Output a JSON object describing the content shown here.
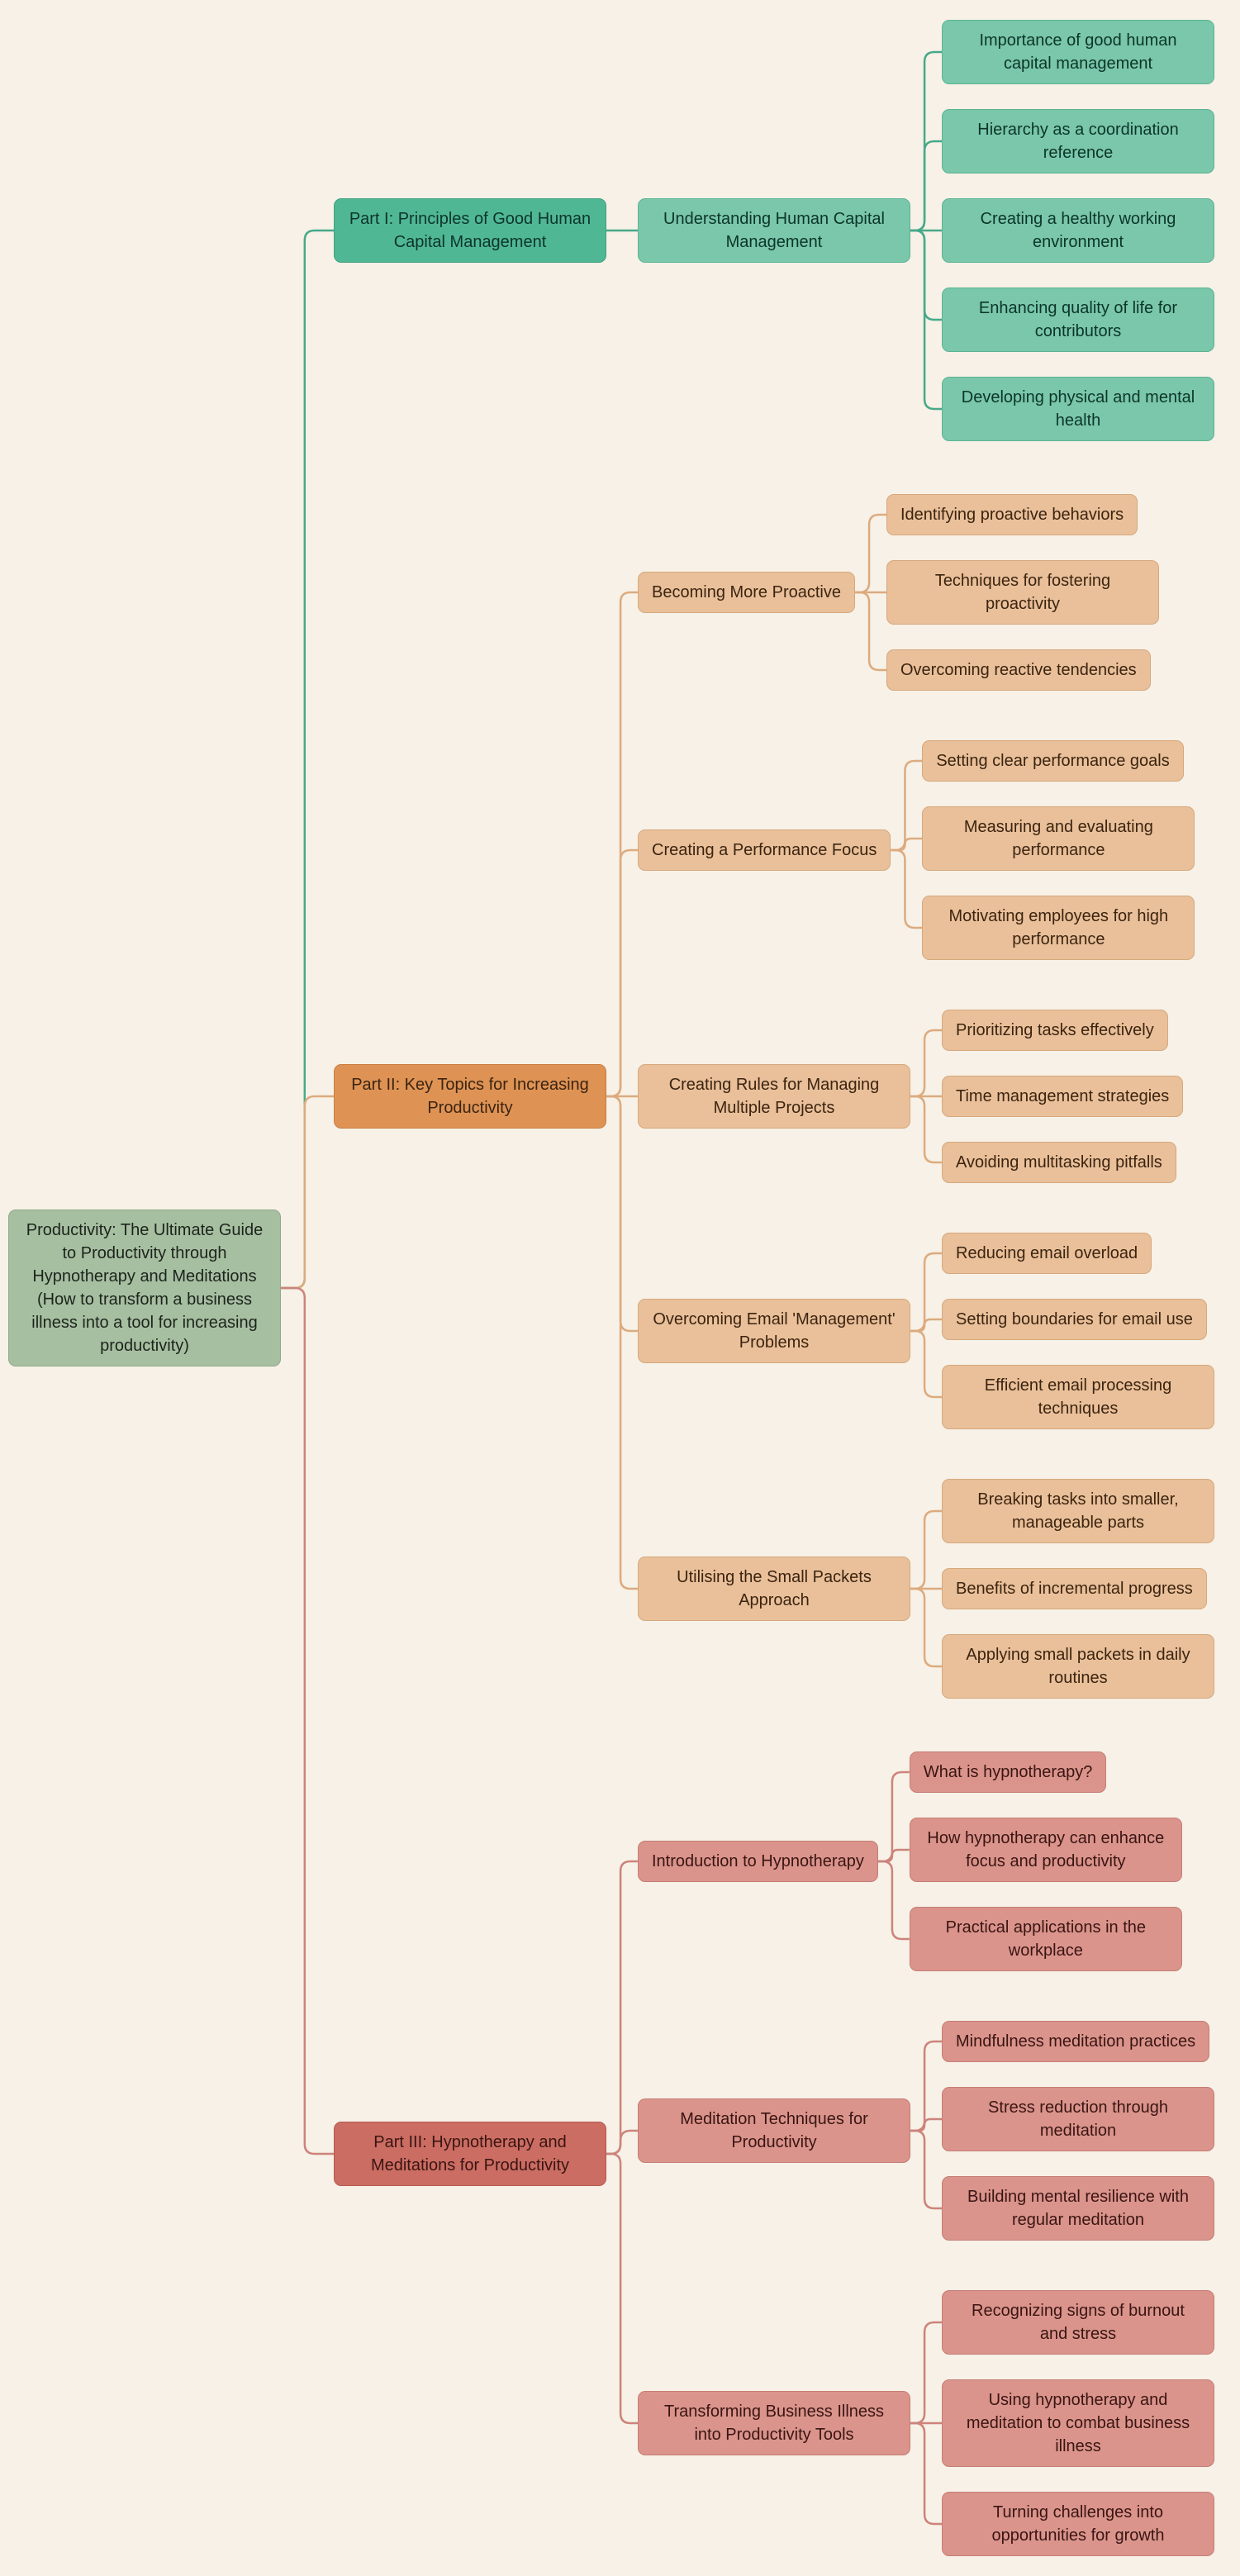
{
  "canvas_bg": "#f7f1e7",
  "styles": {
    "root": {
      "bg": "#a7bfa1",
      "border": "#90aa8a",
      "text": "#1c241c",
      "line": "#47a98a"
    },
    "part1_main": {
      "bg": "#50b795",
      "border": "#3fa081",
      "text": "#0c352a",
      "line": "#47a98a"
    },
    "part1_node": {
      "bg": "#7ac7ab",
      "border": "#5bb493",
      "text": "#0c352a",
      "line": "#47a98a"
    },
    "part2_main": {
      "bg": "#de9355",
      "border": "#c97e41",
      "text": "#3c2410",
      "line": "#dcab7f"
    },
    "part2_node": {
      "bg": "#e9c09a",
      "border": "#d6a87d",
      "text": "#3c2410",
      "line": "#dcab7f"
    },
    "part3_main": {
      "bg": "#cb6d63",
      "border": "#b65a50",
      "text": "#3a1512",
      "line": "#cd837b"
    },
    "part3_node": {
      "bg": "#da948c",
      "border": "#c57d74",
      "text": "#3a1512",
      "line": "#cd837b"
    }
  },
  "tree": {
    "label": "Productivity: The Ultimate Guide to Productivity through Hypnotherapy and Meditations (How to transform a business illness into a tool for increasing productivity)",
    "style": "root",
    "children": [
      {
        "label": "Part I: Principles of Good Human Capital Management",
        "style": "part1_main",
        "children": [
          {
            "label": "Understanding Human Capital Management",
            "style": "part1_node",
            "children": [
              {
                "label": "Importance of good human capital management",
                "style": "part1_node"
              },
              {
                "label": "Hierarchy as a coordination reference",
                "style": "part1_node"
              },
              {
                "label": "Creating a healthy working environment",
                "style": "part1_node"
              },
              {
                "label": "Enhancing quality of life for contributors",
                "style": "part1_node"
              },
              {
                "label": "Developing physical and mental health",
                "style": "part1_node"
              }
            ]
          }
        ]
      },
      {
        "label": "Part II: Key Topics for Increasing Productivity",
        "style": "part2_main",
        "children": [
          {
            "label": "Becoming More Proactive",
            "style": "part2_node",
            "children": [
              {
                "label": "Identifying proactive behaviors",
                "style": "part2_node"
              },
              {
                "label": "Techniques for fostering proactivity",
                "style": "part2_node"
              },
              {
                "label": "Overcoming reactive tendencies",
                "style": "part2_node"
              }
            ]
          },
          {
            "label": "Creating a Performance Focus",
            "style": "part2_node",
            "children": [
              {
                "label": "Setting clear performance goals",
                "style": "part2_node"
              },
              {
                "label": "Measuring and evaluating performance",
                "style": "part2_node"
              },
              {
                "label": "Motivating employees for high performance",
                "style": "part2_node"
              }
            ]
          },
          {
            "label": "Creating Rules for Managing Multiple Projects",
            "style": "part2_node",
            "children": [
              {
                "label": "Prioritizing tasks effectively",
                "style": "part2_node"
              },
              {
                "label": "Time management strategies",
                "style": "part2_node"
              },
              {
                "label": "Avoiding multitasking pitfalls",
                "style": "part2_node"
              }
            ]
          },
          {
            "label": "Overcoming Email 'Management' Problems",
            "style": "part2_node",
            "children": [
              {
                "label": "Reducing email overload",
                "style": "part2_node"
              },
              {
                "label": "Setting boundaries for email use",
                "style": "part2_node"
              },
              {
                "label": "Efficient email processing techniques",
                "style": "part2_node"
              }
            ]
          },
          {
            "label": "Utilising the Small Packets Approach",
            "style": "part2_node",
            "children": [
              {
                "label": "Breaking tasks into smaller, manageable parts",
                "style": "part2_node"
              },
              {
                "label": "Benefits of incremental progress",
                "style": "part2_node"
              },
              {
                "label": "Applying small packets in daily routines",
                "style": "part2_node"
              }
            ]
          }
        ]
      },
      {
        "label": "Part III: Hypnotherapy and Meditations for Productivity",
        "style": "part3_main",
        "children": [
          {
            "label": "Introduction to Hypnotherapy",
            "style": "part3_node",
            "children": [
              {
                "label": "What is hypnotherapy?",
                "style": "part3_node"
              },
              {
                "label": "How hypnotherapy can enhance focus and productivity",
                "style": "part3_node"
              },
              {
                "label": "Practical applications in the workplace",
                "style": "part3_node"
              }
            ]
          },
          {
            "label": "Meditation Techniques for Productivity",
            "style": "part3_node",
            "children": [
              {
                "label": "Mindfulness meditation practices",
                "style": "part3_node"
              },
              {
                "label": "Stress reduction through meditation",
                "style": "part3_node"
              },
              {
                "label": "Building mental resilience with regular meditation",
                "style": "part3_node"
              }
            ]
          },
          {
            "label": "Transforming Business Illness into Productivity Tools",
            "style": "part3_node",
            "children": [
              {
                "label": "Recognizing signs of burnout and stress",
                "style": "part3_node"
              },
              {
                "label": "Using hypnotherapy and meditation to combat business illness",
                "style": "part3_node"
              },
              {
                "label": "Turning challenges into opportunities for growth",
                "style": "part3_node"
              }
            ]
          }
        ]
      }
    ]
  }
}
